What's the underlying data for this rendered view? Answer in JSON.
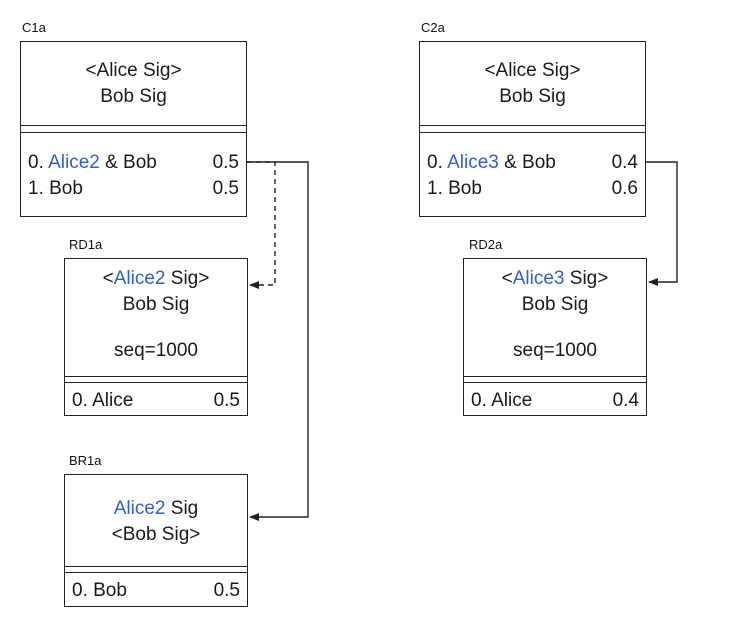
{
  "colors": {
    "highlight": "#2f5fcf",
    "line": "#222222"
  },
  "boxes": {
    "c1a": {
      "label": "C1a",
      "sig1": "<Alice Sig>",
      "sig2": "Bob Sig",
      "out0_num": "0. ",
      "out0_key": "Alice2",
      "out0_rest": " & Bob",
      "out0_amt": "0.5",
      "out1_lhs": "1. Bob",
      "out1_amt": "0.5"
    },
    "c2a": {
      "label": "C2a",
      "sig1": "<Alice Sig>",
      "sig2": "Bob Sig",
      "out0_num": "0. ",
      "out0_key": "Alice3",
      "out0_rest": " & Bob",
      "out0_amt": "0.4",
      "out1_lhs": "1. Bob",
      "out1_amt": "0.6"
    },
    "rd1a": {
      "label": "RD1a",
      "sig1_pre": "<",
      "sig1_key": "Alice2",
      "sig1_post": " Sig>",
      "sig2": "Bob Sig",
      "seq": "seq=1000",
      "out0_lhs": "0. Alice",
      "out0_amt": "0.5"
    },
    "rd2a": {
      "label": "RD2a",
      "sig1_pre": "<",
      "sig1_key": "Alice3",
      "sig1_post": " Sig>",
      "sig2": "Bob Sig",
      "seq": "seq=1000",
      "out0_lhs": "0. Alice",
      "out0_amt": "0.4"
    },
    "br1a": {
      "label": "BR1a",
      "sig1_key": "Alice2",
      "sig1_post": " Sig",
      "sig2": "<Bob Sig>",
      "out0_lhs": "0. Bob",
      "out0_amt": "0.5"
    }
  }
}
